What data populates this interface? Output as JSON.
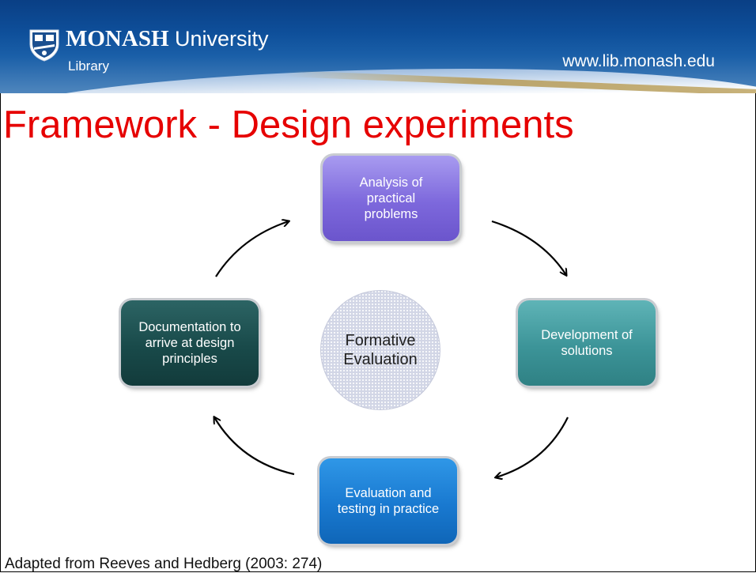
{
  "header": {
    "brand_bold": "MONASH",
    "brand_rest": " University",
    "library": "Library",
    "url": "www.lib.monash.edu",
    "colors": {
      "header_dark": "#0a3f85",
      "header_light": "#4f86bd",
      "accent_gold": "#c8b27a"
    },
    "logo_icon": "shield-crest-icon"
  },
  "slide": {
    "title": "Framework - Design experiments",
    "title_color": "#e60000"
  },
  "diagram": {
    "nodes": [
      {
        "id": "analysis",
        "label": "Analysis of practical problems",
        "color": "#7d68dc"
      },
      {
        "id": "development",
        "label": "Development of solutions",
        "color": "#3c9498"
      },
      {
        "id": "evaluation",
        "label": "Evaluation and testing in practice",
        "color": "#1979d0"
      },
      {
        "id": "documentation",
        "label": "Documentation to arrive at design principles",
        "color": "#194a4a"
      }
    ],
    "center": {
      "line1": "Formative",
      "line2": "Evaluation"
    },
    "arrows": [
      {
        "from": "analysis",
        "to": "development"
      },
      {
        "from": "development",
        "to": "evaluation"
      },
      {
        "from": "evaluation",
        "to": "documentation"
      },
      {
        "from": "documentation",
        "to": "analysis"
      }
    ]
  },
  "footer": {
    "caption": "Adapted from Reeves and Hedberg (2003: 274)"
  }
}
